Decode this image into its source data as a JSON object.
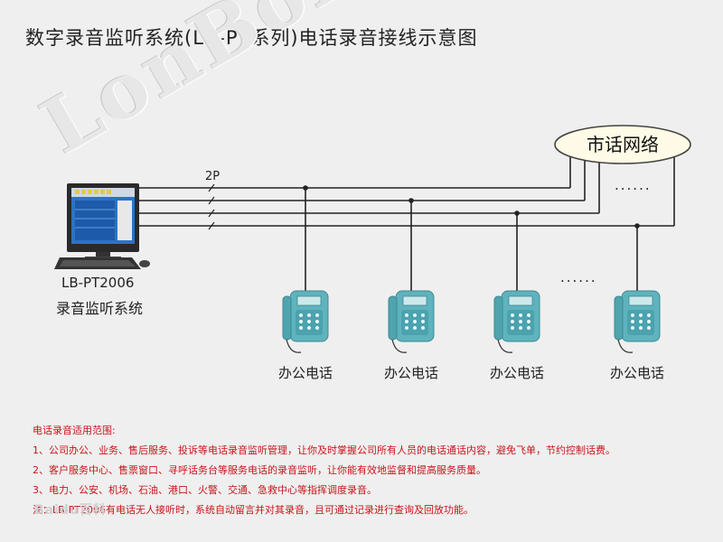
{
  "title": "数字录音监听系统(LB-PT系列)电话录音接线示意图",
  "watermark": "LonBon",
  "line_label": "2P",
  "network": {
    "label": "市话网络"
  },
  "computer": {
    "model": "LB-PT2006",
    "name": "录音监听系统"
  },
  "phones": [
    {
      "label": "办公电话"
    },
    {
      "label": "办公电话"
    },
    {
      "label": "办公电话"
    },
    {
      "label": "办公电话"
    }
  ],
  "ellipsis_top": "......",
  "ellipsis_bottom": "......",
  "notes": {
    "heading": "电话录音适用范围:",
    "items": [
      "1、公司办公、业务、售后服务、投诉等电话录音监听管理，让你及时掌握公司所有人员的电话通话内容，避免飞单，节约控制话费。",
      "2、客户服务中心、售票窗口、寻呼话务台等服务电话的录音监听，让你能有效地监督和提高服务质量。",
      "3、电力、公安、机场、石油、港口、火警、交通、急救中心等指挥调度录音。",
      "注：LB-PT2006有电话无人接听时，系统自动留言并对其录音，且可通过记录进行查询及回放功能。"
    ]
  },
  "corner_logo": "Baidu百科",
  "colors": {
    "notes_text": "#c8141a",
    "wire": "#222222",
    "phone_body": "#5fb3bd",
    "network_fill": "#fffbe6",
    "monitor_screen": "#2a73c8"
  }
}
